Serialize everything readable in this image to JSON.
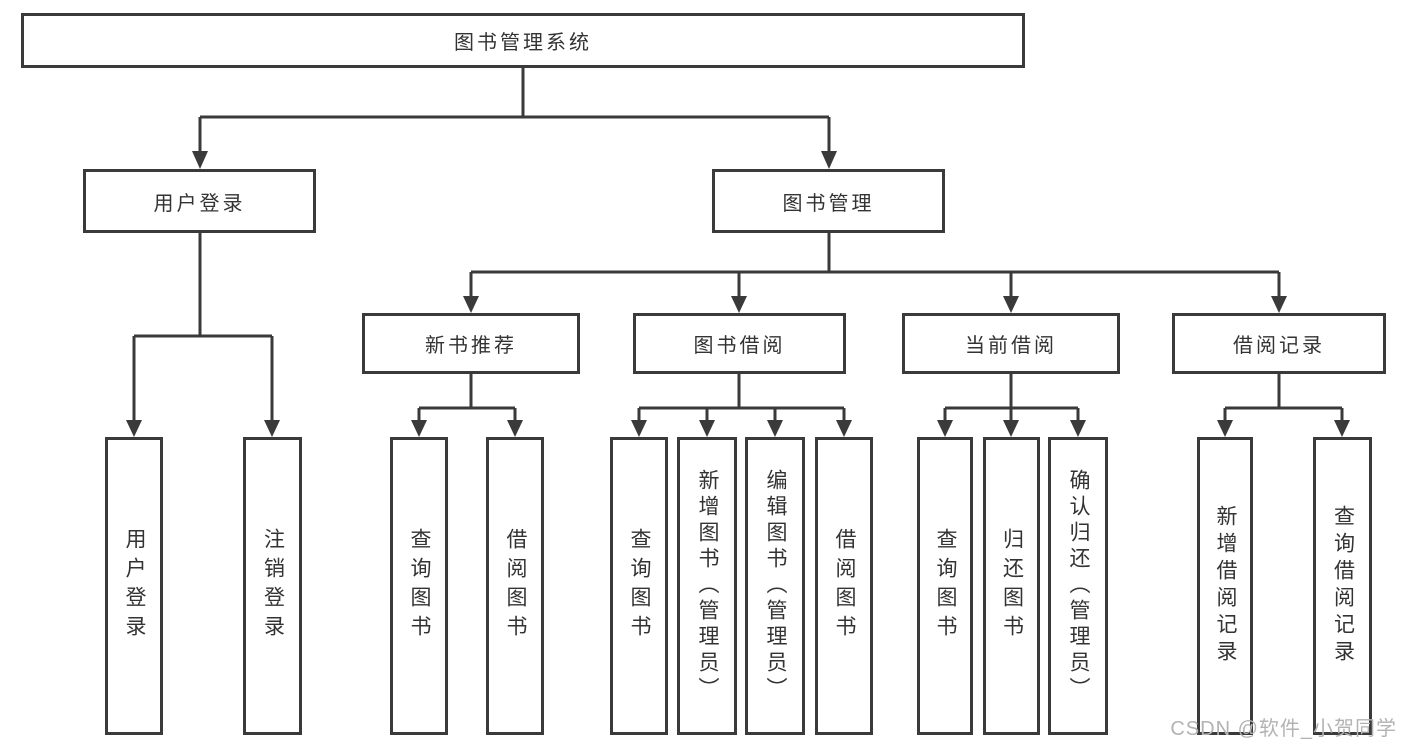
{
  "diagram": {
    "root": {
      "label": "图书管理系统"
    },
    "login_branch": {
      "label": "用户登录",
      "children": [
        {
          "label": "用户登录"
        },
        {
          "label": "注销登录"
        }
      ]
    },
    "management_branch": {
      "label": "图书管理",
      "sections": [
        {
          "label": "新书推荐",
          "children": [
            {
              "label": "查询图书"
            },
            {
              "label": "借阅图书"
            }
          ]
        },
        {
          "label": "图书借阅",
          "children": [
            {
              "label": "查询图书"
            },
            {
              "label": "新增图书（管理员）"
            },
            {
              "label": "编辑图书（管理员）"
            },
            {
              "label": "借阅图书"
            }
          ]
        },
        {
          "label": "当前借阅",
          "children": [
            {
              "label": "查询图书"
            },
            {
              "label": "归还图书"
            },
            {
              "label": "确认归还（管理员）"
            }
          ]
        },
        {
          "label": "借阅记录",
          "children": [
            {
              "label": "新增借阅记录"
            },
            {
              "label": "查询借阅记录"
            }
          ]
        }
      ]
    }
  },
  "watermark": {
    "label": "CSDN @软件_小贺同学"
  },
  "colors": {
    "line": "#3a3a3a",
    "text": "#333333",
    "watermark": "#b3b3b3",
    "background": "#ffffff"
  }
}
